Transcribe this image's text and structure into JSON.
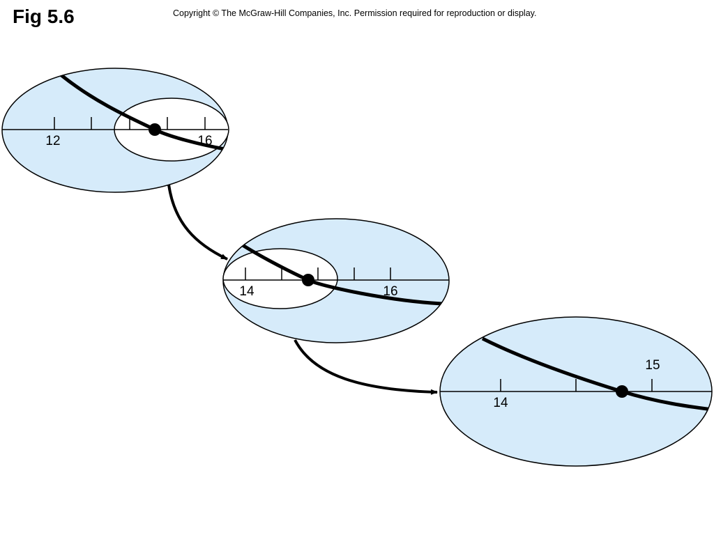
{
  "header": {
    "title": "Fig 5.6",
    "copyright": "Copyright © The McGraw-Hill Companies, Inc. Permission required for reproduction or display."
  },
  "colors": {
    "lens_fill": "#d6ebfa",
    "inner_fill": "#ffffff",
    "stroke": "#000000"
  },
  "panels": [
    {
      "labels": [
        "12",
        "16"
      ]
    },
    {
      "labels": [
        "14",
        "16"
      ]
    },
    {
      "labels": [
        "14",
        "15"
      ]
    }
  ]
}
